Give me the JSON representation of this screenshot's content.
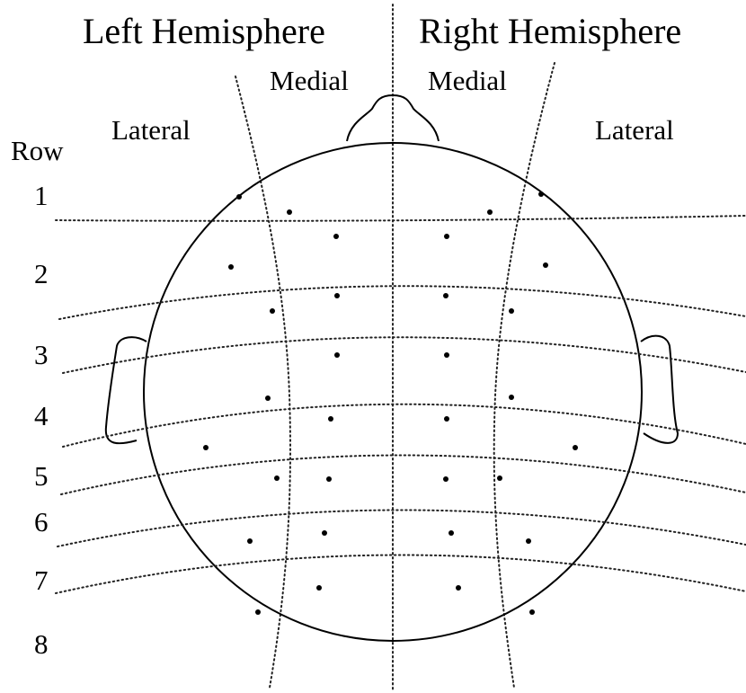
{
  "titles": {
    "left": "Left Hemisphere",
    "right": "Right Hemisphere"
  },
  "regions": {
    "medial_left": "Medial",
    "medial_right": "Medial",
    "lateral_left": "Lateral",
    "lateral_right": "Lateral"
  },
  "rows": {
    "header": "Row",
    "labels": [
      "1",
      "2",
      "3",
      "4",
      "5",
      "6",
      "7",
      "8"
    ]
  },
  "colors": {
    "ink": "#000000",
    "background": "#ffffff"
  }
}
